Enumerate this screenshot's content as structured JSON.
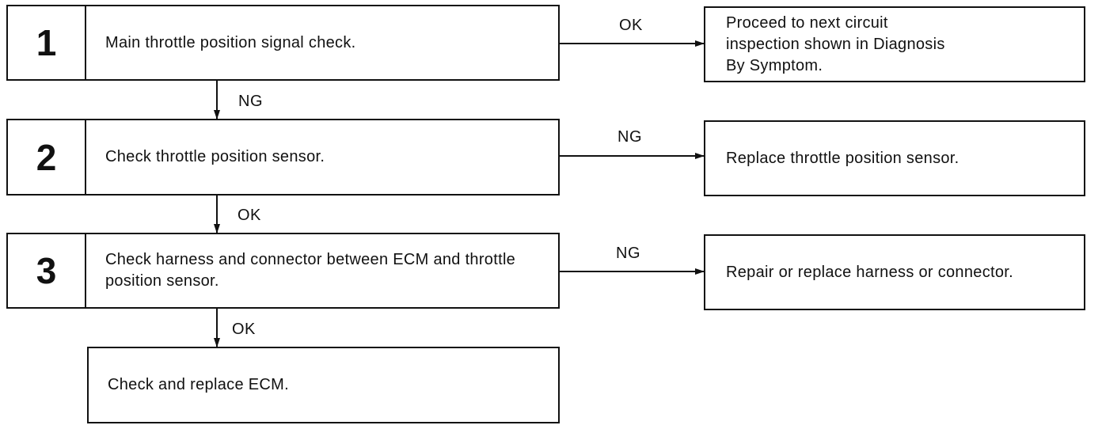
{
  "steps": [
    {
      "num": "1",
      "text": "Main throttle position signal check."
    },
    {
      "num": "2",
      "text": "Check throttle position sensor."
    },
    {
      "num": "3",
      "text": "Check harness and connector between ECM and throttle position sensor."
    }
  ],
  "final_step": {
    "text": "Check and replace ECM."
  },
  "results": [
    {
      "label": "OK",
      "text": "Proceed to next circuit inspection shown in Diagnosis By Symptom."
    },
    {
      "label": "NG",
      "text": "Replace throttle position sensor."
    },
    {
      "label": "NG",
      "text": "Repair or replace harness or connector."
    }
  ],
  "down_labels": [
    "NG",
    "OK",
    "OK"
  ]
}
